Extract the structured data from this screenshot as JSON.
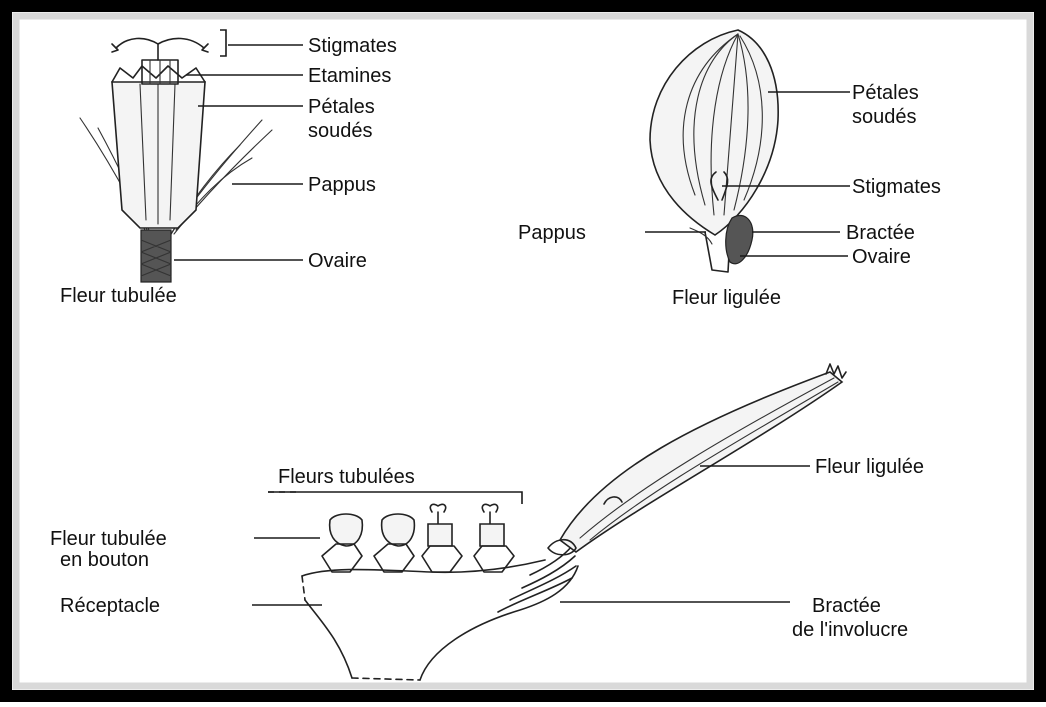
{
  "labels": {
    "tubular": {
      "stigmates": "Stigmates",
      "etamines": "Etamines",
      "petales_1": "Pétales",
      "petales_2": "soudés",
      "pappus": "Pappus",
      "ovaire": "Ovaire",
      "caption": "Fleur tubulée"
    },
    "ligulate": {
      "petales_1": "Pétales",
      "petales_2": "soudés",
      "stigmates": "Stigmates",
      "pappus": "Pappus",
      "bractee": "Bractée",
      "ovaire": "Ovaire",
      "caption": "Fleur ligulée"
    },
    "head": {
      "fleurs_tubulees": "Fleurs tubulées",
      "fleur_bouton_1": "Fleur tubulée",
      "fleur_bouton_2": "en bouton",
      "receptacle": "Réceptacle",
      "fleur_ligulee": "Fleur ligulée",
      "bractee_1": "Bractée",
      "bractee_2": "de l'involucre"
    }
  },
  "colors": {
    "frame_outer": "#000000",
    "frame_inner": "#d9d9d9",
    "ink": "#222222",
    "background": "#ffffff"
  }
}
